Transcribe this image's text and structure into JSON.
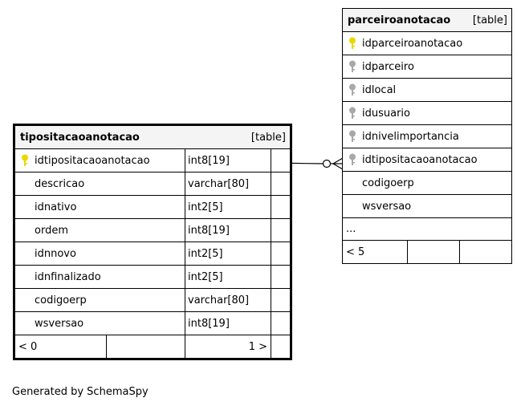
{
  "focus_table": {
    "name": "tipositacaoanotacao",
    "kind": "[table]",
    "columns": [
      {
        "name": "idtipositacaoanotacao",
        "type": "int8[19]",
        "key": "primary"
      },
      {
        "name": "descricao",
        "type": "varchar[80]",
        "key": "none"
      },
      {
        "name": "idnativo",
        "type": "int2[5]",
        "key": "none"
      },
      {
        "name": "ordem",
        "type": "int8[19]",
        "key": "none"
      },
      {
        "name": "idnnovo",
        "type": "int2[5]",
        "key": "none"
      },
      {
        "name": "idnfinalizado",
        "type": "int2[5]",
        "key": "none"
      },
      {
        "name": "codigoerp",
        "type": "varchar[80]",
        "key": "none"
      },
      {
        "name": "wsversao",
        "type": "int8[19]",
        "key": "none"
      }
    ],
    "footer": {
      "parents": "< 0",
      "children": "1 >"
    }
  },
  "related_table": {
    "name": "parceiroanotacao",
    "kind": "[table]",
    "columns": [
      {
        "name": "idparceiroanotacao",
        "key": "primary"
      },
      {
        "name": "idparceiro",
        "key": "foreign"
      },
      {
        "name": "idlocal",
        "key": "foreign"
      },
      {
        "name": "idusuario",
        "key": "foreign"
      },
      {
        "name": "idnivelimportancia",
        "key": "foreign"
      },
      {
        "name": "idtipositacaoanotacao",
        "key": "foreign"
      },
      {
        "name": "codigoerp",
        "key": "none"
      },
      {
        "name": "wsversao",
        "key": "none"
      }
    ],
    "ellipsis": "...",
    "footer": {
      "parents": "< 5"
    }
  },
  "generated_by": "Generated by SchemaSpy",
  "colors": {
    "primary_key": "#e8d800",
    "foreign_key": "#a8a8a8",
    "header_bg": "#f4f4f4"
  },
  "icons": {
    "primary": "primary-key-icon",
    "foreign": "foreign-key-icon"
  }
}
